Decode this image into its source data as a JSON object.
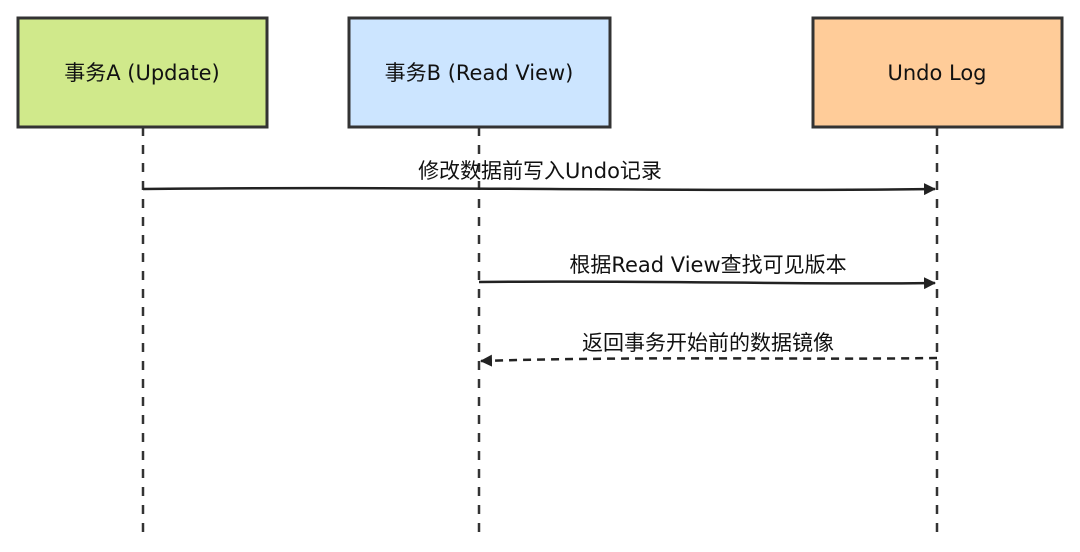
{
  "participants": [
    {
      "label": "事务A (Update)",
      "fill": "#d0e98b"
    },
    {
      "label": "事务B (Read View)",
      "fill": "#cce5ff"
    },
    {
      "label": "Undo Log",
      "fill": "#ffcc99"
    }
  ],
  "messages": [
    {
      "label": "修改数据前写入Undo记录",
      "from": 0,
      "to": 2,
      "style": "solid"
    },
    {
      "label": "根据Read View查找可见版本",
      "from": 1,
      "to": 2,
      "style": "solid"
    },
    {
      "label": "返回事务开始前的数据镜像",
      "from": 2,
      "to": 1,
      "style": "dashed"
    }
  ]
}
